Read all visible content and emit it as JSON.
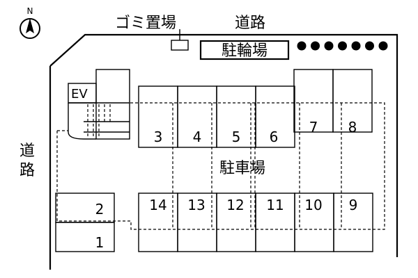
{
  "compass": {
    "north_label": "N"
  },
  "labels": {
    "road_top": "道路",
    "road_left": [
      "道",
      "路"
    ],
    "garbage": "ゴミ置場",
    "bicycle": "駐輪場",
    "parking": "駐車場",
    "ev": "EV"
  },
  "bollard_count": 7,
  "spaces": {
    "top_row": [
      "3",
      "4",
      "5",
      "6"
    ],
    "top_right": [
      "7",
      "8"
    ],
    "bottom_row": [
      "14",
      "13",
      "12",
      "11",
      "10",
      "9"
    ],
    "left": [
      "2",
      "1"
    ]
  }
}
